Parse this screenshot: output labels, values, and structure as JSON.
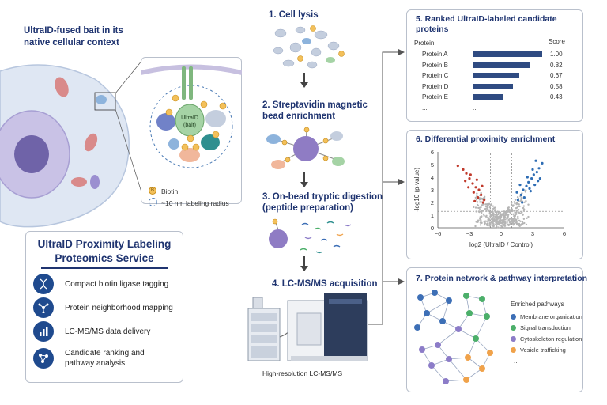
{
  "cell": {
    "title": "UltraID-fused bait in its native cellular context",
    "bait_label": "UltraID (bait)",
    "biotin_letter": "B",
    "legend_biotin": "Biotin",
    "legend_radius": "~10 nm labeling radius"
  },
  "service": {
    "title": "UltraID Proximity Labeling Proteomics Service",
    "items": [
      {
        "label": "Compact biotin ligase tagging",
        "icon": "dna-icon"
      },
      {
        "label": "Protein neighborhood mapping",
        "icon": "network-icon"
      },
      {
        "label": "LC-MS/MS data delivery",
        "icon": "bar-chart-icon"
      },
      {
        "label": "Candidate ranking and pathway analysis",
        "icon": "nodes-icon"
      }
    ]
  },
  "steps": {
    "s1": "1. Cell lysis",
    "s2": "2. Streptavidin magnetic bead enrichment",
    "s3": "3. On-bead tryptic digestion (peptide preparation)",
    "s4": "4. LC-MS/MS acquisition",
    "instrument_caption": "High-resolution LC-MS/MS"
  },
  "panel5": {
    "title": "5. Ranked UltraID-labeled candidate proteins",
    "col_protein": "Protein",
    "col_score": "Score",
    "ellipsis": "...",
    "rows": [
      {
        "protein": "Protein A",
        "score": "1.00",
        "value": 1.0
      },
      {
        "protein": "Protein B",
        "score": "0.82",
        "value": 0.82
      },
      {
        "protein": "Protein C",
        "score": "0.67",
        "value": 0.67
      },
      {
        "protein": "Protein D",
        "score": "0.58",
        "value": 0.58
      },
      {
        "protein": "Protein E",
        "score": "0.43",
        "value": 0.43
      }
    ]
  },
  "panel6": {
    "title": "6. Differential proximity enrichment"
  },
  "panel7": {
    "title": "7. Protein network & pathway interpretation",
    "legend_title": "Enriched pathways",
    "ellipsis": "...",
    "pathways": [
      {
        "label": "Membrane organization",
        "color": "#3d6fb6"
      },
      {
        "label": "Signal transduction",
        "color": "#4caf6a"
      },
      {
        "label": "Cytoskeleton regulation",
        "color": "#8c7cc8"
      },
      {
        "label": "Vesicle trafficking",
        "color": "#f0a24a"
      }
    ]
  },
  "chart_data": {
    "type": "scatter",
    "title": "6. Differential proximity enrichment",
    "xlabel": "log2 (UltraID / Control)",
    "ylabel": "-log10 (p-value)",
    "xlim": [
      -6,
      6
    ],
    "ylim": [
      0,
      6
    ],
    "x_ticks": [
      "-6",
      "-3",
      "0",
      "3",
      "6"
    ],
    "y_ticks": [
      "0",
      "1",
      "2",
      "3",
      "4",
      "5",
      "6"
    ],
    "thresholds": {
      "fold_change": [
        -1,
        1
      ],
      "p_value_line": 1.3
    },
    "colors": {
      "down": "#c0392b",
      "up": "#2e6db4",
      "ns": "#b5b5b5"
    },
    "series": [
      {
        "values_up": [
          [
            1.6,
            2.2
          ],
          [
            1.9,
            2.6
          ],
          [
            2.1,
            3.0
          ],
          [
            2.4,
            3.3
          ],
          [
            2.6,
            3.6
          ],
          [
            2.9,
            3.9
          ],
          [
            3.1,
            4.2
          ],
          [
            3.4,
            4.4
          ],
          [
            3.6,
            4.7
          ],
          [
            3.9,
            5.1
          ],
          [
            2.2,
            2.4
          ],
          [
            2.8,
            2.9
          ],
          [
            3.2,
            3.4
          ],
          [
            3.5,
            3.7
          ],
          [
            1.8,
            3.4
          ],
          [
            2.5,
            4.0
          ],
          [
            3.0,
            4.6
          ],
          [
            2.0,
            2.0
          ],
          [
            3.7,
            3.9
          ],
          [
            2.7,
            3.1
          ],
          [
            1.5,
            2.8
          ],
          [
            3.3,
            5.3
          ]
        ]
      },
      {
        "values_down": [
          [
            -1.6,
            2.2
          ],
          [
            -1.9,
            2.6
          ],
          [
            -2.1,
            3.0
          ],
          [
            -2.4,
            3.2
          ],
          [
            -2.7,
            3.5
          ],
          [
            -3.0,
            3.9
          ],
          [
            -3.3,
            4.3
          ],
          [
            -3.6,
            4.6
          ],
          [
            -2.2,
            2.4
          ],
          [
            -2.6,
            2.8
          ],
          [
            -3.1,
            3.2
          ],
          [
            -1.8,
            3.3
          ],
          [
            -2.9,
            4.2
          ],
          [
            -4.1,
            4.9
          ],
          [
            -2.3,
            3.8
          ],
          [
            -3.4,
            3.7
          ],
          [
            -1.7,
            2.0
          ],
          [
            -2.5,
            2.1
          ]
        ]
      }
    ]
  }
}
